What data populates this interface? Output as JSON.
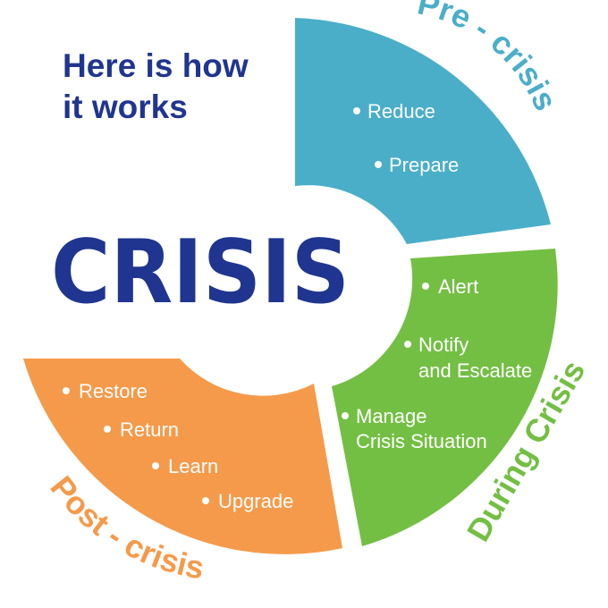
{
  "heading": {
    "line1": "Here is how",
    "line2": "it works"
  },
  "center_word": "CRISIS",
  "phases": [
    {
      "label": "Pre - crisis",
      "color": "#4aaec9",
      "items": [
        {
          "text": "Reduce"
        },
        {
          "text": "Prepare"
        }
      ]
    },
    {
      "label": "During Crisis",
      "color": "#73bf43",
      "items": [
        {
          "text": "Alert"
        },
        {
          "text": "Notify",
          "text2": "and Escalate"
        },
        {
          "text": "Manage",
          "text2": "Crisis Situation"
        }
      ]
    },
    {
      "label": "Post - crisis",
      "color": "#f59a4a",
      "items": [
        {
          "text": "Restore"
        },
        {
          "text": "Return"
        },
        {
          "text": "Learn"
        },
        {
          "text": "Upgrade"
        }
      ]
    }
  ],
  "colors": {
    "heading": "#1f3590",
    "bullet": "#ffffff"
  }
}
